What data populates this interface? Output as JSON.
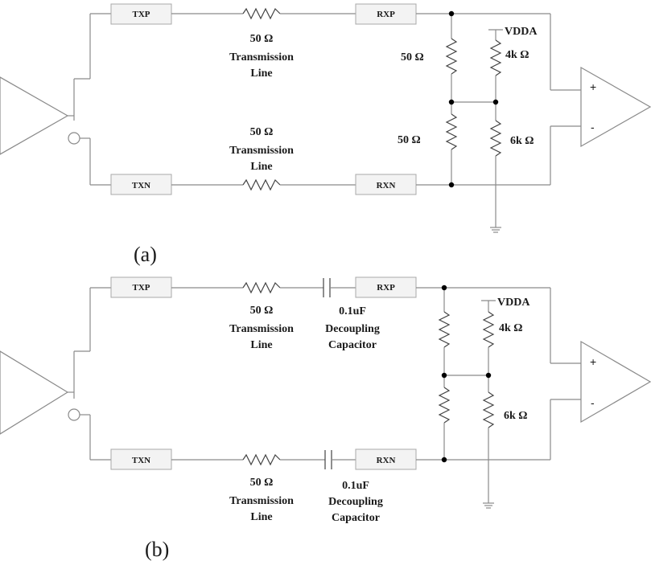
{
  "figure_a": {
    "caption": "(a)",
    "tx_top": "TXP",
    "tx_bottom": "TXN",
    "rx_top": "RXP",
    "rx_bottom": "RXN",
    "line_top": {
      "ohm": "50 Ω",
      "line1": "Transmission",
      "line2": "Line"
    },
    "line_bottom": {
      "ohm": "50 Ω",
      "line1": "Transmission",
      "line2": "Line"
    },
    "term_top": "50 Ω",
    "term_bottom": "50 Ω",
    "supply": "VDDA",
    "bias_top": "4k Ω",
    "bias_bottom": "6k Ω",
    "plus": "+",
    "minus": "-"
  },
  "figure_b": {
    "caption": "(b)",
    "tx_top": "TXP",
    "tx_bottom": "TXN",
    "rx_top": "RXP",
    "rx_bottom": "RXN",
    "line_top": {
      "ohm": "50 Ω",
      "line1": "Transmission",
      "line2": "Line"
    },
    "line_bottom": {
      "ohm": "50 Ω",
      "line1": "Transmission",
      "line2": "Line"
    },
    "cap_top": {
      "value": "0.1uF",
      "line1": "Decoupling",
      "line2": "Capacitor"
    },
    "cap_bottom": {
      "value": "0.1uF",
      "line1": "Decoupling",
      "line2": "Capacitor"
    },
    "supply": "VDDA",
    "bias_top": "4k Ω",
    "bias_bottom": "6k Ω",
    "plus": "+",
    "minus": "-"
  }
}
